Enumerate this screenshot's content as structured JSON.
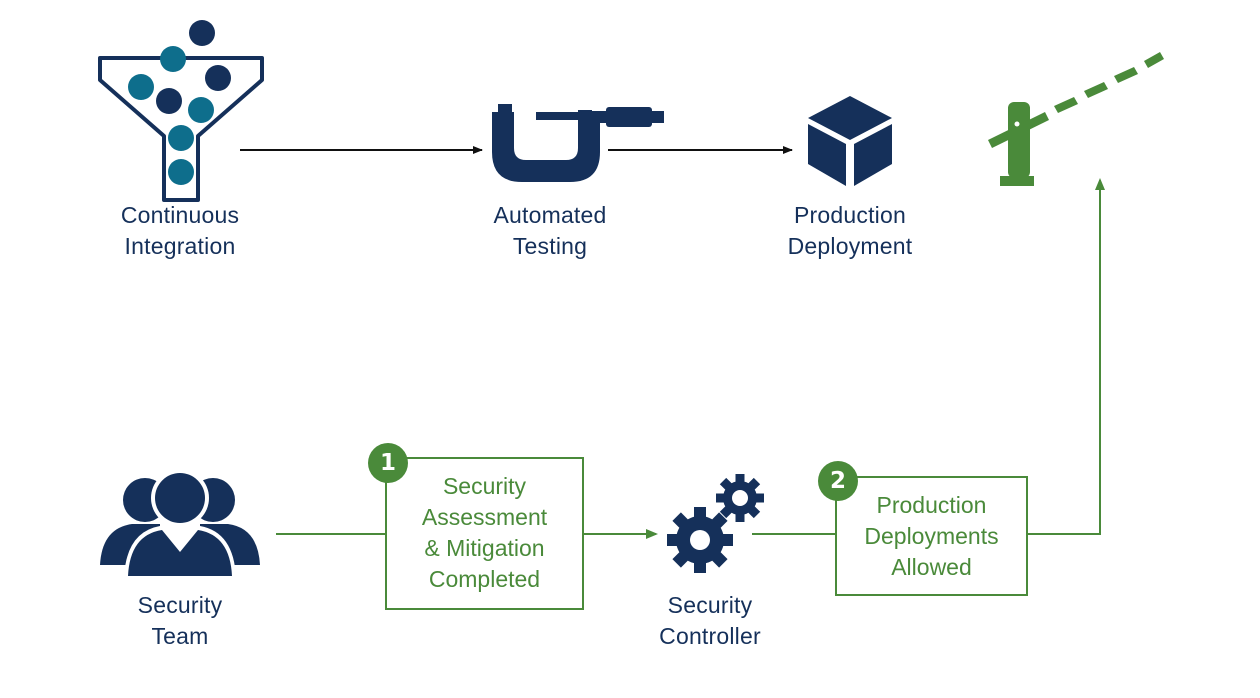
{
  "colors": {
    "navy": "#15305a",
    "teal": "#0e6e8c",
    "green": "#4a8a3a",
    "black": "#111111"
  },
  "pipeline": {
    "ci": {
      "line1": "Continuous",
      "line2": "Integration",
      "icon": "funnel-icon"
    },
    "testing": {
      "line1": "Automated",
      "line2": "Testing",
      "icon": "micrometer-icon"
    },
    "deployment": {
      "line1": "Production",
      "line2": "Deployment",
      "icon": "cube-icon"
    },
    "gate": {
      "icon": "barrier-gate-icon"
    }
  },
  "security_flow": {
    "team": {
      "line1": "Security",
      "line2": "Team",
      "icon": "people-group-icon"
    },
    "step1": {
      "number": "1",
      "line1": "Security",
      "line2": "Assessment",
      "line3": "& Mitigation",
      "line4": "Completed"
    },
    "controller": {
      "line1": "Security",
      "line2": "Controller",
      "icon": "gears-icon"
    },
    "step2": {
      "number": "2",
      "line1": "Production",
      "line2": "Deployments",
      "line3": "Allowed"
    }
  }
}
